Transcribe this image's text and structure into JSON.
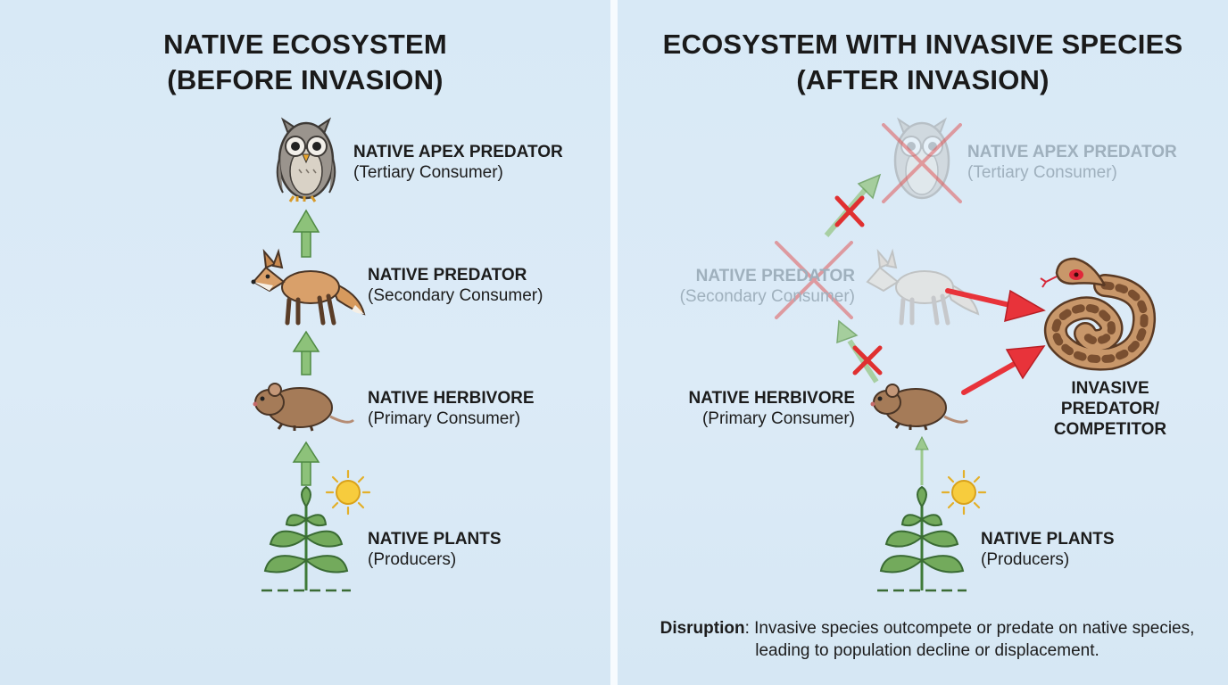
{
  "left_panel": {
    "title_line1": "NATIVE ECOSYSTEM",
    "title_line2": "(BEFORE INVASION)",
    "levels": [
      {
        "name": "NATIVE APEX PREDATOR",
        "role": "(Tertiary Consumer)",
        "icon": "owl-icon"
      },
      {
        "name": "NATIVE PREDATOR",
        "role": "(Secondary Consumer)",
        "icon": "fox-icon"
      },
      {
        "name": "NATIVE HERBIVORE",
        "role": "(Primary Consumer)",
        "icon": "mouse-icon"
      },
      {
        "name": "NATIVE PLANTS",
        "role": "(Producers)",
        "icon": "plant-icon"
      }
    ]
  },
  "right_panel": {
    "title_line1": "ECOSYSTEM WITH INVASIVE SPECIES",
    "title_line2": "(AFTER INVASION)",
    "levels": [
      {
        "name": "NATIVE APEX PREDATOR",
        "role": "(Tertiary Consumer)",
        "icon": "owl-icon",
        "state": "removed"
      },
      {
        "name": "NATIVE PREDATOR",
        "role": "(Secondary Consumer)",
        "icon": "fox-icon",
        "state": "removed"
      },
      {
        "name": "NATIVE HERBIVORE",
        "role": "(Primary Consumer)",
        "icon": "mouse-icon",
        "state": "present"
      },
      {
        "name": "NATIVE PLANTS",
        "role": "(Producers)",
        "icon": "plant-icon",
        "state": "present"
      }
    ],
    "invasive": {
      "line1": "INVASIVE",
      "line2": "PREDATOR/",
      "line3": "COMPETITOR",
      "icon": "snake-icon"
    },
    "note_bold": "Disruption",
    "note_text": ": Invasive species outcompete or predate on native species, leading to population decline or displacement."
  },
  "colors": {
    "background": "#d8e9f6",
    "arrow_green": "#7cb46a",
    "arrow_red": "#e8333a",
    "cross_red": "#e03030",
    "faded_text": "#9fb0bd"
  }
}
